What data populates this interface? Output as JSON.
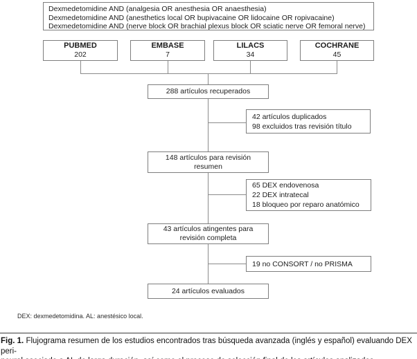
{
  "diagram": {
    "search_box": {
      "lines": [
        "Dexmedetomidine AND (analgesia OR anesthesia OR anaesthesia)",
        "Dexmedetomidine AND (anesthetics local OR bupivacaine OR lidocaine OR ropivacaine)",
        "Dexmedetomidine AND (nerve block OR brachial plexus block OR sciatic nerve OR femoral nerve)"
      ]
    },
    "databases": [
      {
        "name": "PUBMED",
        "count": "202"
      },
      {
        "name": "EMBASE",
        "count": "7"
      },
      {
        "name": "LILACS",
        "count": "34"
      },
      {
        "name": "COCHRANE",
        "count": "45"
      }
    ],
    "flow_boxes": {
      "retrieved": "288 artículos recuperados",
      "abstract_review": {
        "lines": [
          "148 artículos para revisión",
          "resumen"
        ]
      },
      "full_review": {
        "lines": [
          "43 artículos atingentes para",
          "revisión completa"
        ]
      },
      "evaluated": "24 artículos evaluados"
    },
    "exclusion_boxes": {
      "first": {
        "lines": [
          "42 artículos duplicados",
          "98 excluidos tras revisión título"
        ]
      },
      "second": {
        "lines": [
          "65 DEX endovenosa",
          "22 DEX intratecal",
          "18 bloqueo por reparo anatómico"
        ]
      },
      "third": "19 no CONSORT / no PRISMA"
    },
    "footnote": "DEX: dexmedetomidina. AL: anestésico local.",
    "caption": {
      "label": "Fig. 1.",
      "lines": [
        "Flujograma resumen de los estudios encontrados tras búsqueda avanzada (inglés y español) evaluando DEX peri-",
        "neural asociado a AL de larga duración, así como el proceso de selección final de los artículos analizados."
      ]
    }
  },
  "colors": {
    "box_border": "#7d7d7d",
    "connector": "#8a8a8a",
    "text": "#1c1c1c"
  }
}
